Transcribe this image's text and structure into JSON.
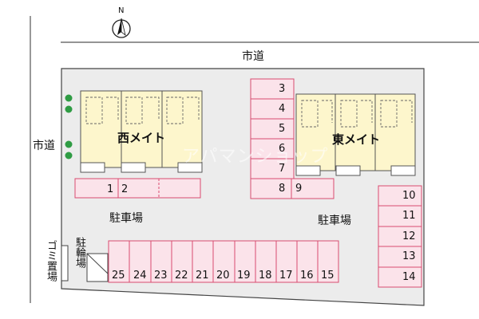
{
  "map": {
    "north_letter": "N",
    "road_top_label": "市道",
    "road_left_label": "市道",
    "building_west_label": "西メイト",
    "building_east_label": "東メイト",
    "parking_left_label": "駐車場",
    "parking_right_label": "駐車場",
    "garbage_label": "ゴミ置場",
    "bicycle_label": "駐輪場",
    "watermark": "アパマンショップ",
    "spaces_row_a": [
      "1",
      "2",
      ""
    ],
    "spaces_col_b": [
      "3",
      "4",
      "5",
      "6",
      "7",
      "8"
    ],
    "space_9": "9",
    "spaces_col_c": [
      "10",
      "11",
      "12",
      "13",
      "14"
    ],
    "spaces_bottom": [
      "25",
      "24",
      "23",
      "22",
      "21",
      "20",
      "19",
      "18",
      "17",
      "16",
      "15"
    ],
    "colors": {
      "space_fill": "#fbe3ea",
      "space_stroke": "#d94b70",
      "building_fill": "#fdf6cc",
      "lot_fill": "#ececec",
      "tree": "#2f9c44"
    }
  }
}
